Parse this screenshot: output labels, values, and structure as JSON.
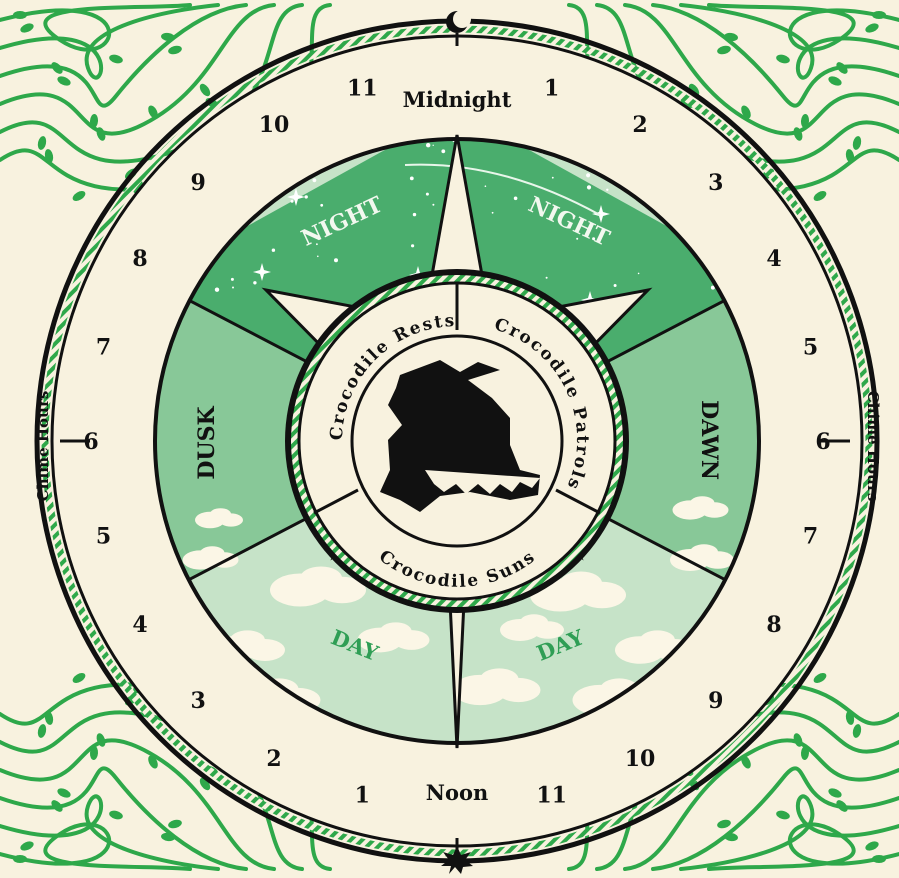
{
  "dial": {
    "top_label": "Midnight",
    "bottom_label": "Noon",
    "left_title": "Chime Hours",
    "right_title": "Chime Hours",
    "top_symbol": "crescent-moon-icon",
    "bottom_symbol": "sun-star-icon",
    "hours_right": [
      "1",
      "2",
      "3",
      "4",
      "5",
      "6",
      "7",
      "8",
      "9",
      "10",
      "11"
    ],
    "hours_left": [
      "11",
      "10",
      "9",
      "8",
      "7",
      "6",
      "5",
      "4",
      "3",
      "2",
      "1"
    ]
  },
  "segments": {
    "night_left": "NIGHT",
    "night_right": "NIGHT",
    "dawn": "DAWN",
    "dusk": "DUSK",
    "day_left": "DAY",
    "day_right": "DAY"
  },
  "center": {
    "rests": "Crocodile Rests",
    "patrols": "Crocodile Patrols",
    "suns": "Crocodile Suns",
    "emblem": "crocodile-icon"
  },
  "colors": {
    "background": "#f8f2df",
    "night": "#4aad6d",
    "dawn_dusk": "#88c898",
    "day": "#c6e3c8",
    "ink": "#111111",
    "vine": "#2ea84a",
    "label_green": "#2f9e55"
  }
}
